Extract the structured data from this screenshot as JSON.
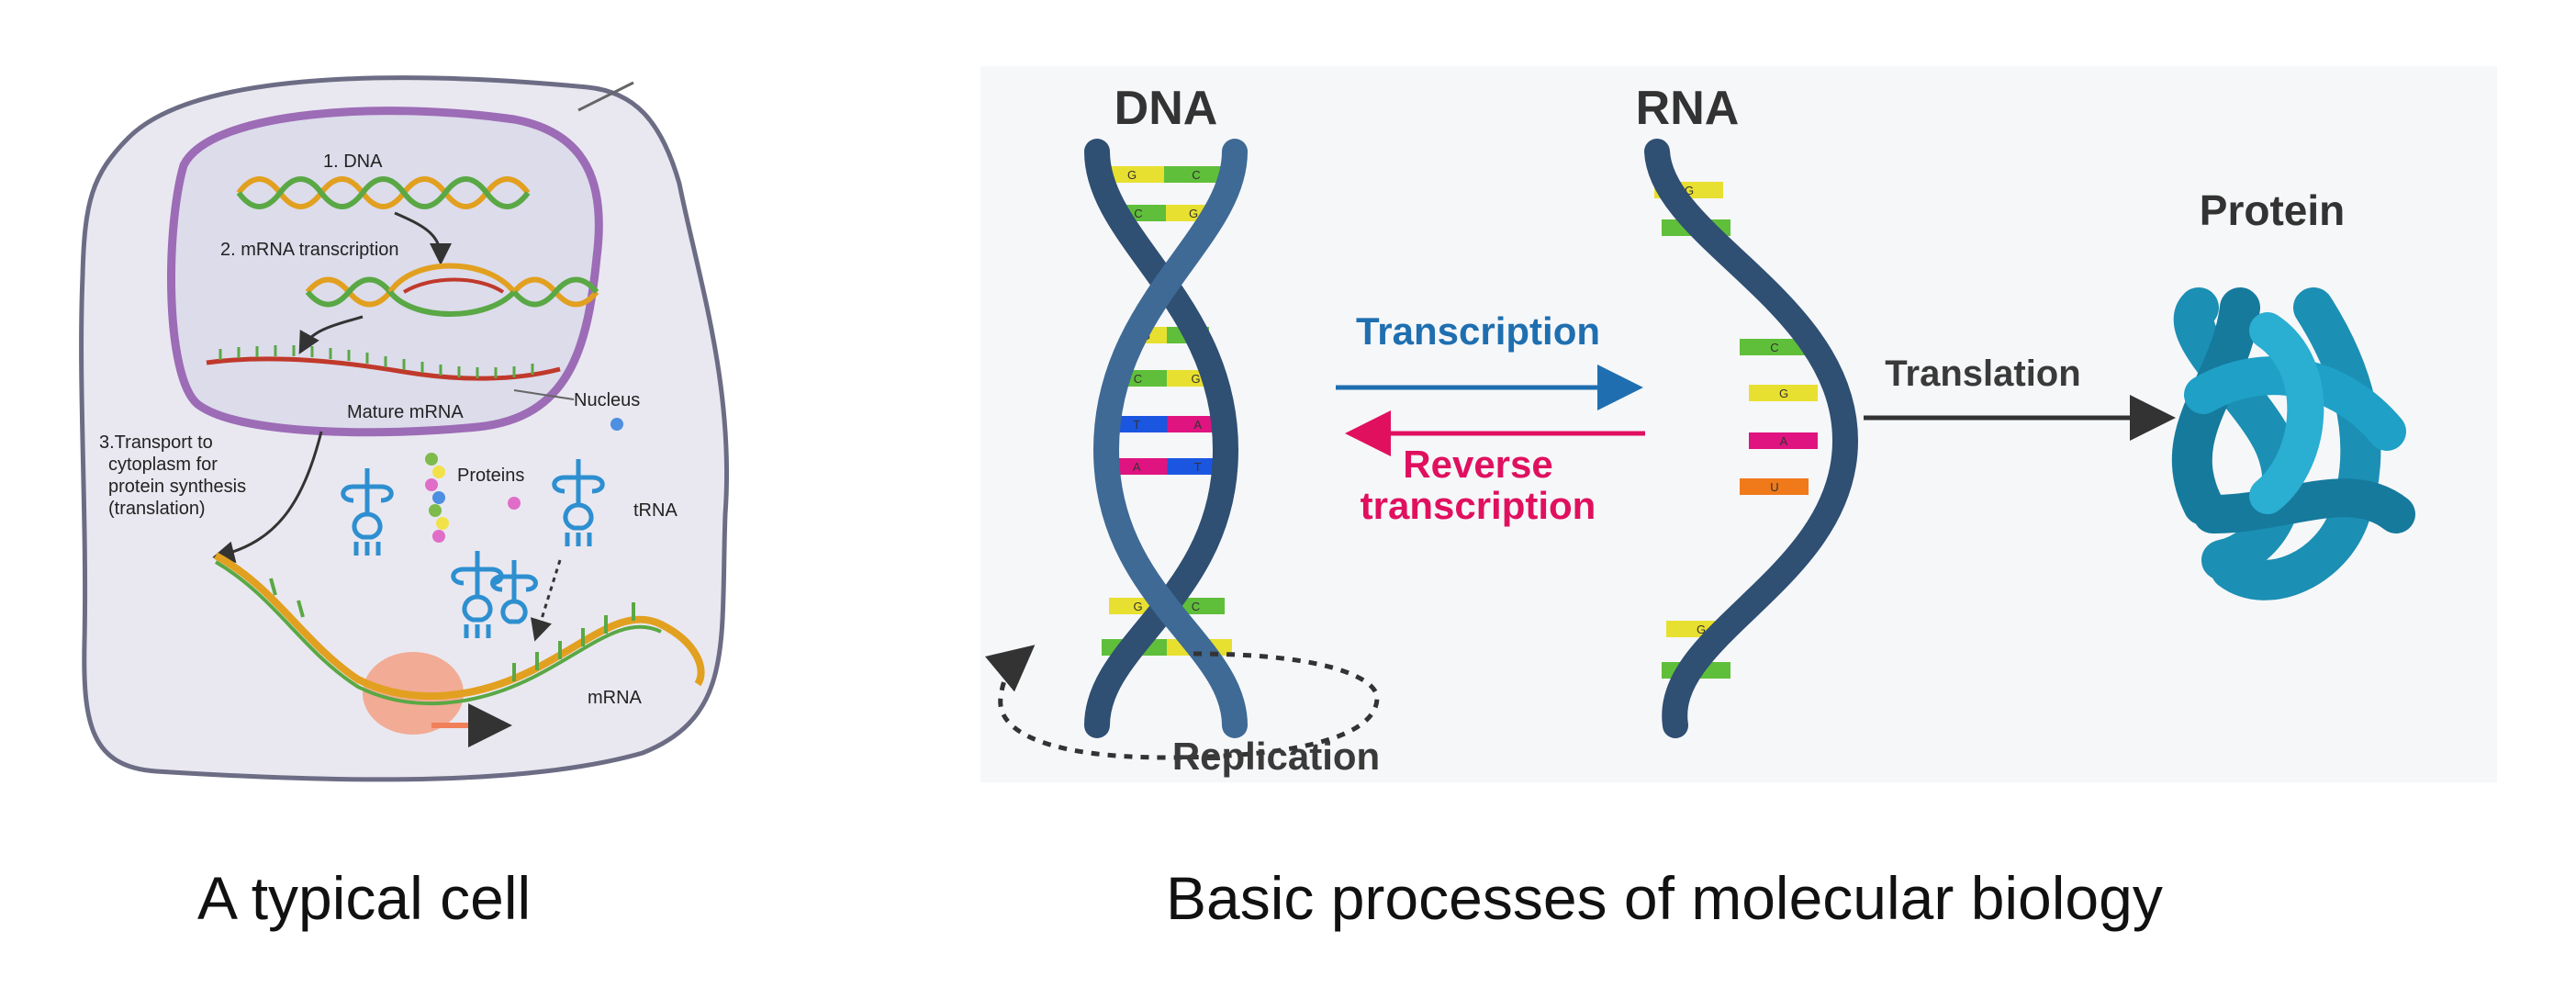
{
  "cell": {
    "labels": {
      "dna": "1. DNA",
      "mrna_transcription": "2. mRNA transcription",
      "mature_mrna": "Mature mRNA",
      "nucleus": "Nucleus",
      "transport_line1": "3.Transport to",
      "transport_line2": "cytoplasm for",
      "transport_line3": "protein synthesis",
      "transport_line4": "(translation)",
      "proteins": "Proteins",
      "trna": "tRNA",
      "mrna": "mRNA"
    },
    "caption": "A typical cell"
  },
  "dogma": {
    "dna_title": "DNA",
    "rna_title": "RNA",
    "protein_title": "Protein",
    "transcription": "Transcription",
    "reverse_line1": "Reverse",
    "reverse_line2": "transcription",
    "translation": "Translation",
    "replication": "Replication",
    "caption": "Basic processes of molecular biology",
    "colors": {
      "transcription": "#1f6fb0",
      "reverse": "#e0105f",
      "helix": "#2f4f73",
      "protein": "#1b8fb4",
      "base_g": "#e8e030",
      "base_c": "#5fbf3a",
      "base_t": "#1b56e0",
      "base_a": "#e01480",
      "base_u": "#f07a1a"
    },
    "dna_rungs": [
      {
        "left": "G",
        "right": "C"
      },
      {
        "left": "C",
        "right": "G"
      },
      {
        "left": "G",
        "right": "C"
      },
      {
        "left": "C",
        "right": "G"
      },
      {
        "left": "T",
        "right": "A"
      },
      {
        "left": "A",
        "right": "T"
      },
      {
        "left": "G",
        "right": "C"
      },
      {
        "left": "C",
        "right": "G"
      }
    ],
    "rna_bases": [
      "G",
      "C",
      "C",
      "G",
      "A",
      "U",
      "G",
      "C"
    ]
  }
}
